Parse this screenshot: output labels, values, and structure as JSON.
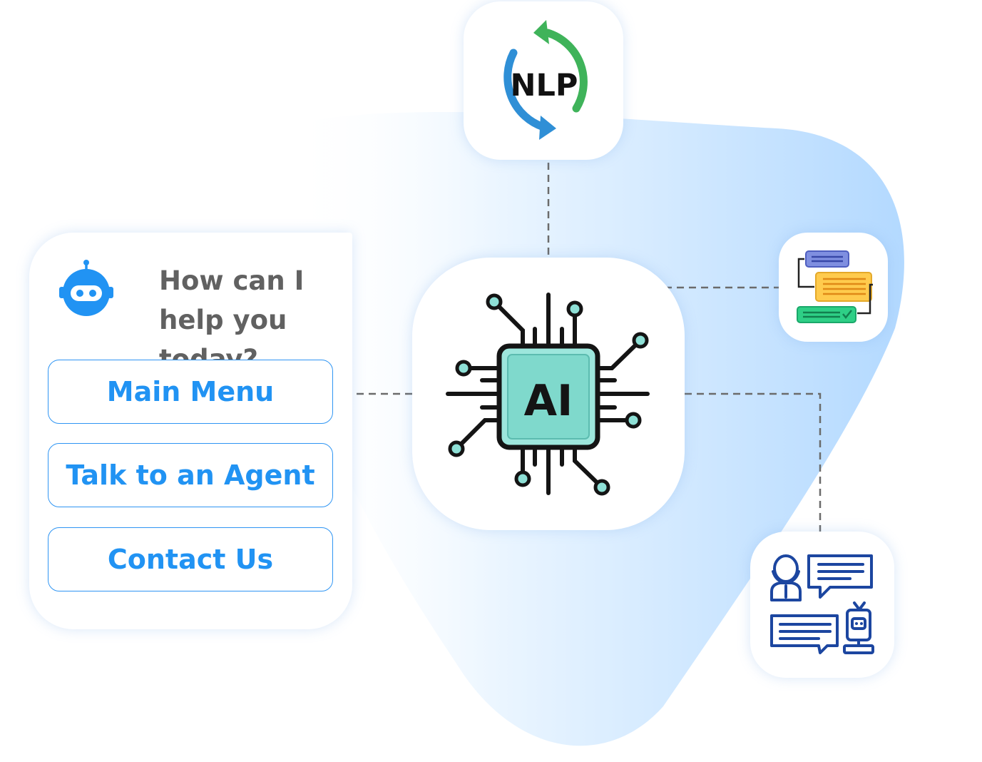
{
  "chat_widget": {
    "greeting": "How can I help you today?",
    "options": [
      {
        "label": "Main Menu"
      },
      {
        "label": "Talk to an Agent"
      },
      {
        "label": "Contact Us"
      }
    ]
  },
  "nodes": {
    "nlp": {
      "label": "NLP",
      "icon": "nlp-cycle-icon"
    },
    "ai": {
      "label": "AI",
      "icon": "ai-chip-icon"
    },
    "flow": {
      "icon": "conversation-flow-icon"
    },
    "support": {
      "icon": "agent-bot-chat-icon"
    },
    "bot": {
      "icon": "robot-icon"
    }
  },
  "colors": {
    "accent_blue": "#2193f3",
    "greeting_gray": "#616161",
    "chip_teal": "#9de6dc",
    "nlp_green": "#3fb35a",
    "nlp_blue": "#2f8fd6",
    "support_navy": "#1c46a0",
    "flow_yellow": "#ffcb4d",
    "flow_green": "#2ecf86",
    "flow_purple": "#7f8fe0",
    "background_blue": "#b7dcff"
  }
}
